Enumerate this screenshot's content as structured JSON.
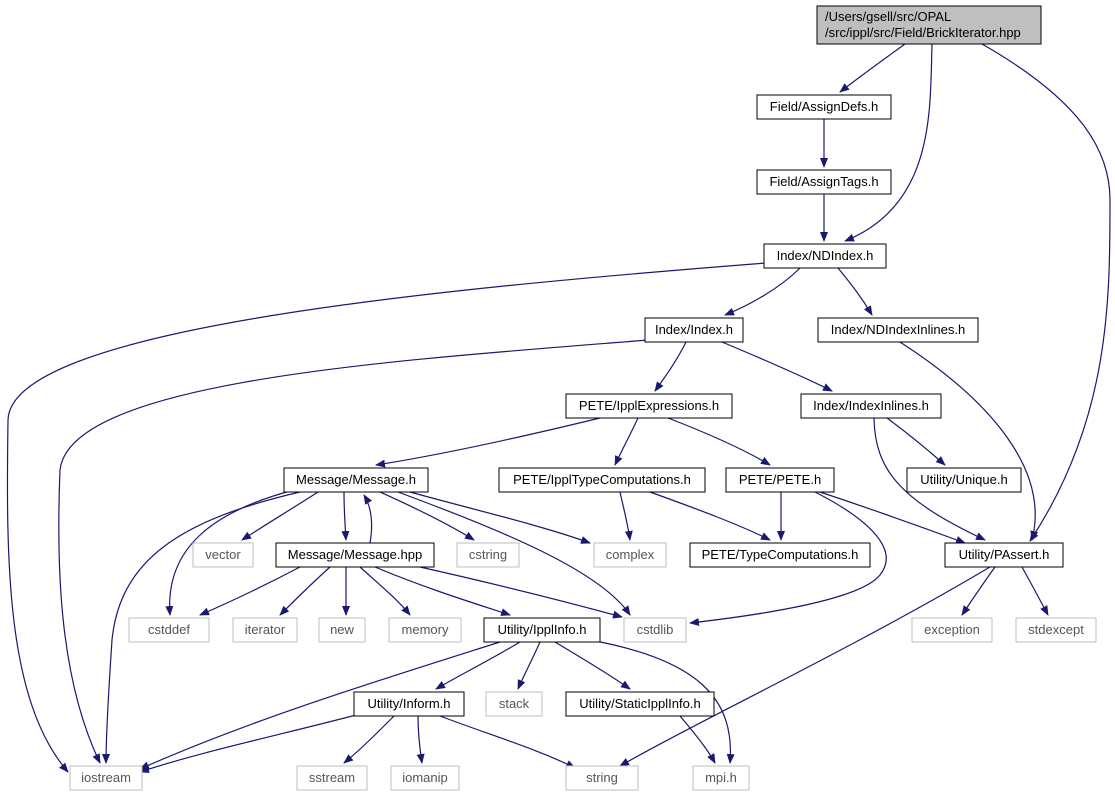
{
  "graph": {
    "edge_color": "#191970",
    "root_fill": "#bfbfbf",
    "node_border": "#000000",
    "system_border": "#bfbfbf",
    "nodes": [
      {
        "id": "root",
        "lines": [
          "/Users/gsell/src/OPAL",
          "/src/ippl/src/Field/BrickIterator.hpp"
        ],
        "kind": "root"
      },
      {
        "id": "assigndefs",
        "lines": [
          "Field/AssignDefs.h"
        ],
        "kind": "file"
      },
      {
        "id": "assigntags",
        "lines": [
          "Field/AssignTags.h"
        ],
        "kind": "file"
      },
      {
        "id": "ndindex",
        "lines": [
          "Index/NDIndex.h"
        ],
        "kind": "file"
      },
      {
        "id": "index",
        "lines": [
          "Index/Index.h"
        ],
        "kind": "file"
      },
      {
        "id": "ndindexinlines",
        "lines": [
          "Index/NDIndexInlines.h"
        ],
        "kind": "file"
      },
      {
        "id": "ipplexpr",
        "lines": [
          "PETE/IpplExpressions.h"
        ],
        "kind": "file"
      },
      {
        "id": "indexinlines",
        "lines": [
          "Index/IndexInlines.h"
        ],
        "kind": "file"
      },
      {
        "id": "message",
        "lines": [
          "Message/Message.h"
        ],
        "kind": "file"
      },
      {
        "id": "ippltypecomp",
        "lines": [
          "PETE/IpplTypeComputations.h"
        ],
        "kind": "file"
      },
      {
        "id": "pete",
        "lines": [
          "PETE/PETE.h"
        ],
        "kind": "file"
      },
      {
        "id": "unique",
        "lines": [
          "Utility/Unique.h"
        ],
        "kind": "file"
      },
      {
        "id": "vector",
        "lines": [
          "vector"
        ],
        "kind": "system"
      },
      {
        "id": "messagehpp",
        "lines": [
          "Message/Message.hpp"
        ],
        "kind": "file"
      },
      {
        "id": "cstring",
        "lines": [
          "cstring"
        ],
        "kind": "system"
      },
      {
        "id": "complex",
        "lines": [
          "complex"
        ],
        "kind": "system"
      },
      {
        "id": "typecomp",
        "lines": [
          "PETE/TypeComputations.h"
        ],
        "kind": "file"
      },
      {
        "id": "passert",
        "lines": [
          "Utility/PAssert.h"
        ],
        "kind": "file"
      },
      {
        "id": "cstddef",
        "lines": [
          "cstddef"
        ],
        "kind": "system"
      },
      {
        "id": "iterator",
        "lines": [
          "iterator"
        ],
        "kind": "system"
      },
      {
        "id": "new",
        "lines": [
          "new"
        ],
        "kind": "system"
      },
      {
        "id": "memory",
        "lines": [
          "memory"
        ],
        "kind": "system"
      },
      {
        "id": "ipplinfo",
        "lines": [
          "Utility/IpplInfo.h"
        ],
        "kind": "file"
      },
      {
        "id": "cstdlib",
        "lines": [
          "cstdlib"
        ],
        "kind": "system"
      },
      {
        "id": "exception",
        "lines": [
          "exception"
        ],
        "kind": "system"
      },
      {
        "id": "stdexcept",
        "lines": [
          "stdexcept"
        ],
        "kind": "system"
      },
      {
        "id": "inform",
        "lines": [
          "Utility/Inform.h"
        ],
        "kind": "file"
      },
      {
        "id": "stack",
        "lines": [
          "stack"
        ],
        "kind": "system"
      },
      {
        "id": "staticipplinfo",
        "lines": [
          "Utility/StaticIpplInfo.h"
        ],
        "kind": "file"
      },
      {
        "id": "iostream",
        "lines": [
          "iostream"
        ],
        "kind": "system"
      },
      {
        "id": "sstream",
        "lines": [
          "sstream"
        ],
        "kind": "system"
      },
      {
        "id": "iomanip",
        "lines": [
          "iomanip"
        ],
        "kind": "system"
      },
      {
        "id": "string",
        "lines": [
          "string"
        ],
        "kind": "system"
      },
      {
        "id": "mpih",
        "lines": [
          "mpi.h"
        ],
        "kind": "system"
      }
    ],
    "edges": [
      [
        "root",
        "assigndefs"
      ],
      [
        "root",
        "ndindex"
      ],
      [
        "root",
        "passert"
      ],
      [
        "assigndefs",
        "assigntags"
      ],
      [
        "assigntags",
        "ndindex"
      ],
      [
        "ndindex",
        "iostream"
      ],
      [
        "ndindex",
        "index"
      ],
      [
        "ndindex",
        "ndindexinlines"
      ],
      [
        "index",
        "iostream"
      ],
      [
        "index",
        "ipplexpr"
      ],
      [
        "index",
        "indexinlines"
      ],
      [
        "ndindexinlines",
        "passert"
      ],
      [
        "ipplexpr",
        "message"
      ],
      [
        "ipplexpr",
        "ippltypecomp"
      ],
      [
        "ipplexpr",
        "pete"
      ],
      [
        "indexinlines",
        "unique"
      ],
      [
        "indexinlines",
        "passert"
      ],
      [
        "message",
        "iostream"
      ],
      [
        "message",
        "cstddef"
      ],
      [
        "message",
        "vector"
      ],
      [
        "message",
        "messagehpp"
      ],
      [
        "message",
        "cstring"
      ],
      [
        "message",
        "complex"
      ],
      [
        "message",
        "cstdlib"
      ],
      [
        "messagehpp",
        "message"
      ],
      [
        "messagehpp",
        "cstddef"
      ],
      [
        "messagehpp",
        "iterator"
      ],
      [
        "messagehpp",
        "new"
      ],
      [
        "messagehpp",
        "memory"
      ],
      [
        "messagehpp",
        "ipplinfo"
      ],
      [
        "messagehpp",
        "cstdlib"
      ],
      [
        "ippltypecomp",
        "complex"
      ],
      [
        "ippltypecomp",
        "typecomp"
      ],
      [
        "pete",
        "typecomp"
      ],
      [
        "pete",
        "passert"
      ],
      [
        "pete",
        "cstdlib"
      ],
      [
        "passert",
        "exception"
      ],
      [
        "passert",
        "stdexcept"
      ],
      [
        "passert",
        "string"
      ],
      [
        "ipplinfo",
        "iostream"
      ],
      [
        "ipplinfo",
        "inform"
      ],
      [
        "ipplinfo",
        "stack"
      ],
      [
        "ipplinfo",
        "staticipplinfo"
      ],
      [
        "ipplinfo",
        "mpih"
      ],
      [
        "inform",
        "iostream"
      ],
      [
        "inform",
        "sstream"
      ],
      [
        "inform",
        "iomanip"
      ],
      [
        "inform",
        "string"
      ],
      [
        "staticipplinfo",
        "mpih"
      ]
    ]
  }
}
